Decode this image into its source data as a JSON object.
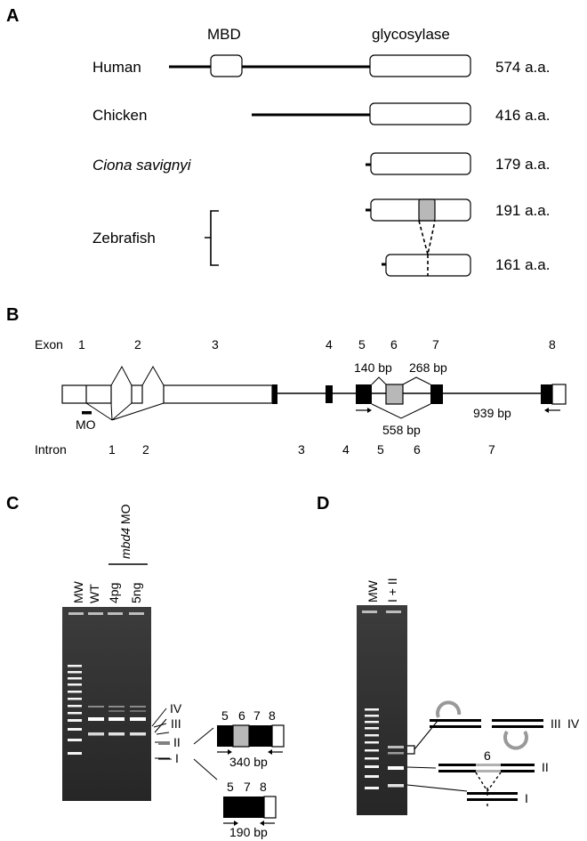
{
  "panel_a": {
    "label": "A",
    "domain_mbd": "MBD",
    "domain_glycosylase": "glycosylase",
    "species": {
      "human": "Human",
      "chicken": "Chicken",
      "ciona": "Ciona savignyi",
      "zebrafish": "Zebrafish"
    },
    "lengths": {
      "human": "574 a.a.",
      "chicken": "416 a.a.",
      "ciona": "179 a.a.",
      "zebrafish_long": "191 a.a.",
      "zebrafish_short": "161 a.a."
    }
  },
  "panel_b": {
    "label": "B",
    "exon_title": "Exon",
    "exons": [
      "1",
      "2",
      "3",
      "4",
      "5",
      "6",
      "7",
      "8"
    ],
    "intron_title": "Intron",
    "introns": [
      "1",
      "2",
      "3",
      "4",
      "5",
      "6",
      "7"
    ],
    "mo": "MO",
    "bp_140": "140 bp",
    "bp_268": "268 bp",
    "bp_558": "558 bp",
    "bp_939": "939 bp"
  },
  "panel_c": {
    "label": "C",
    "lane_mw": "MW",
    "lane_wt": "WT",
    "mo_name": "mbd4",
    "mo_suffix": " MO",
    "dose_1": "4pg",
    "dose_2": "5ng",
    "bands": [
      "IV",
      "III",
      "II",
      "I"
    ],
    "product_340": {
      "exons": [
        "5",
        "6",
        "7",
        "8"
      ],
      "size": "340 bp"
    },
    "product_190": {
      "exons": [
        "5",
        "7",
        "8"
      ],
      "size": "190 bp"
    }
  },
  "panel_d": {
    "label": "D",
    "lane_mw": "MW",
    "lane_sample": "I + II",
    "band_iii": "III",
    "band_iv": "IV",
    "band_ii": "II",
    "band_i": "I",
    "exon6": "6"
  },
  "colors": {
    "ink": "#000000",
    "exon6_fill": "#b8b8b8",
    "gel_background": "#2a2a2a",
    "gel_band": "#ffffff"
  }
}
